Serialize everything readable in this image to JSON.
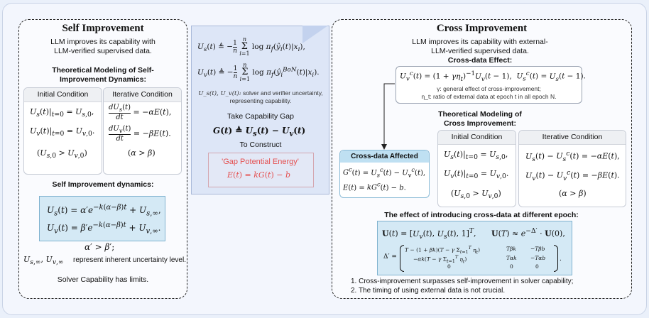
{
  "self": {
    "title": "Self Improvement",
    "intro": "LLM improves its capability with LLM-verified supervised data.",
    "modeling_title": "Theoretical Modeling of Self-Improvement Dynamics:",
    "initial_header": "Initial Condition",
    "iterative_header": "Iterative Condition",
    "init_eq1": "U_s(t)|_{t=0} = U_{s,0},",
    "init_eq2": "U_v(t)|_{t=0} = U_{v,0}.",
    "init_cond": "(U_{s,0} > U_{v,0})",
    "iter_eq1": "dU_s(t)/dt = −αE(t),",
    "iter_eq2": "dU_v(t)/dt = −βE(t).",
    "iter_cond": "(α > β)",
    "dynamics_title": "Self Improvement dynamics:",
    "dyn_eq1": "U_s(t) = α′e^{−k(α−β)t} + U_{s,∞},",
    "dyn_eq2": "U_v(t) = β′e^{−k(α−β)t} + U_{v,∞}.",
    "alpha_beta": "α′ > β′;",
    "inherent_symbols": "U_{s,∞}, U_{v,∞}",
    "inherent_text": "represent inherent uncertainty level.",
    "limit_text": "Solver Capability has limits."
  },
  "center": {
    "us_def": "U_s(t) ≜ −(1/n) Σ_{i=1}^{n} log π_f(ŷ_i(t)|x_i),",
    "uv_def": "U_v(t) ≜ −(1/n) Σ_{i=1}^{n} log π_f(ŷ_i^{BoN}(t)|x_i).",
    "note_symbols": "U_s(t), U_v(t):",
    "note_text": "solver and verifier uncertainty, representing capability.",
    "take_gap": "Take Capability Gap",
    "gap_eq": "G(t) ≜ U_s(t) − U_v(t)",
    "construct": "To Construct",
    "gpe_label": "'Gap Potential Energy'",
    "gpe_eq": "E(t) = kG(t) − b"
  },
  "cross": {
    "title": "Cross Improvement",
    "intro": "LLM improves its capability with external-LLM-verified supervised data.",
    "effect_title": "Cross-data Effect:",
    "effect_eq": "U_v^c(t) = (1 + γη_t)^{−1} U_v(t − 1),   U_s^c(t) = U_s(t − 1).",
    "gamma_text": "γ: general effect of cross-improvement;",
    "eta_text": "η_t: ratio of external data at epoch t in all epoch N.",
    "affected_title": "Cross-data Affected",
    "affected_eq1": "G^c(t) = U_s^c(t) − U_v^c(t),",
    "affected_eq2": "E(t) = kG^c(t) − b.",
    "modeling_title": "Theoretical Modeling of Cross Improvement:",
    "initial_header": "Initial Condition",
    "iterative_header": "Iterative Condition",
    "init_eq1": "U_s(t)|_{t=0} = U_{s,0},",
    "init_eq2": "U_v(t)|_{t=0} = U_{v,0}.",
    "init_cond": "(U_{s,0} > U_{v,0})",
    "iter_eq1": "U_s(t) − U_s^c(t) = −αE(t),",
    "iter_eq2": "U_v(t) − U_v^c(t) = −βE(t).",
    "iter_cond": "(α > β)",
    "epoch_title": "The effect of introducing cross-data at different epoch:",
    "vec_eq": "U(t) = [U_v(t), U_s(t), 1]^T,",
    "approx_eq": "U(T) ≈ e^{−Δ′} · U(0),",
    "delta_label": "Δ′ =",
    "m11": "T − (1 + βk)(T − γ Σ_{t=1}^{T} η_t)",
    "m12": "Tβk",
    "m13": "−Tβb",
    "m21": "−αk(T − γ Σ_{t=1}^{T} η_t)",
    "m22": "Tαk",
    "m23": "−Tαb",
    "m31": "0",
    "m32": "0",
    "m33": "0",
    "conclusion1": "1. Cross-improvement surpasses self-improvement in solver capability;",
    "conclusion2": "2. The timing of using external data is not crucial."
  },
  "colors": {
    "panel_border": "#222222",
    "blue_box": "#d4e9f5",
    "center_note": "#dde6f7",
    "energy_red": "#e45050"
  }
}
